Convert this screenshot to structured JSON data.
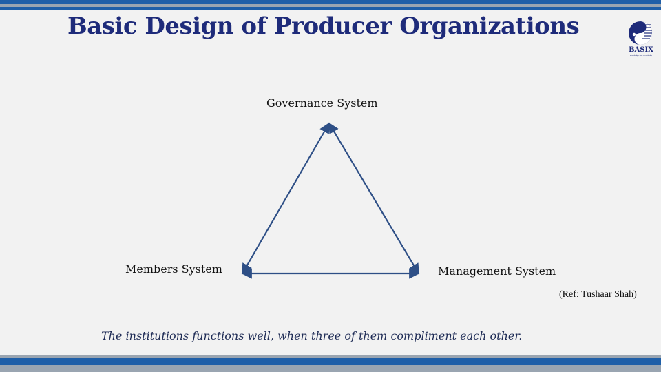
{
  "slide": {
    "title": "Basic Design of Producer Organizations",
    "logo": {
      "name": "BASIX",
      "tagline": "society for society",
      "icon": "basix-yin-yang-logo-icon"
    },
    "nodes": {
      "governance": "Governance System",
      "members": "Members System",
      "management": "Management System"
    },
    "reference": "(Ref: Tushaar Shah)",
    "caption": "The institutions functions well, when three of them compliment each other."
  },
  "colors": {
    "title": "#1e2b7a",
    "stripe_blue": "#1f5fa8",
    "stripe_gray": "#9aa5b1",
    "arrow": "#2e4f86",
    "caption": "#1e2b55",
    "background": "#f2f2f2"
  }
}
